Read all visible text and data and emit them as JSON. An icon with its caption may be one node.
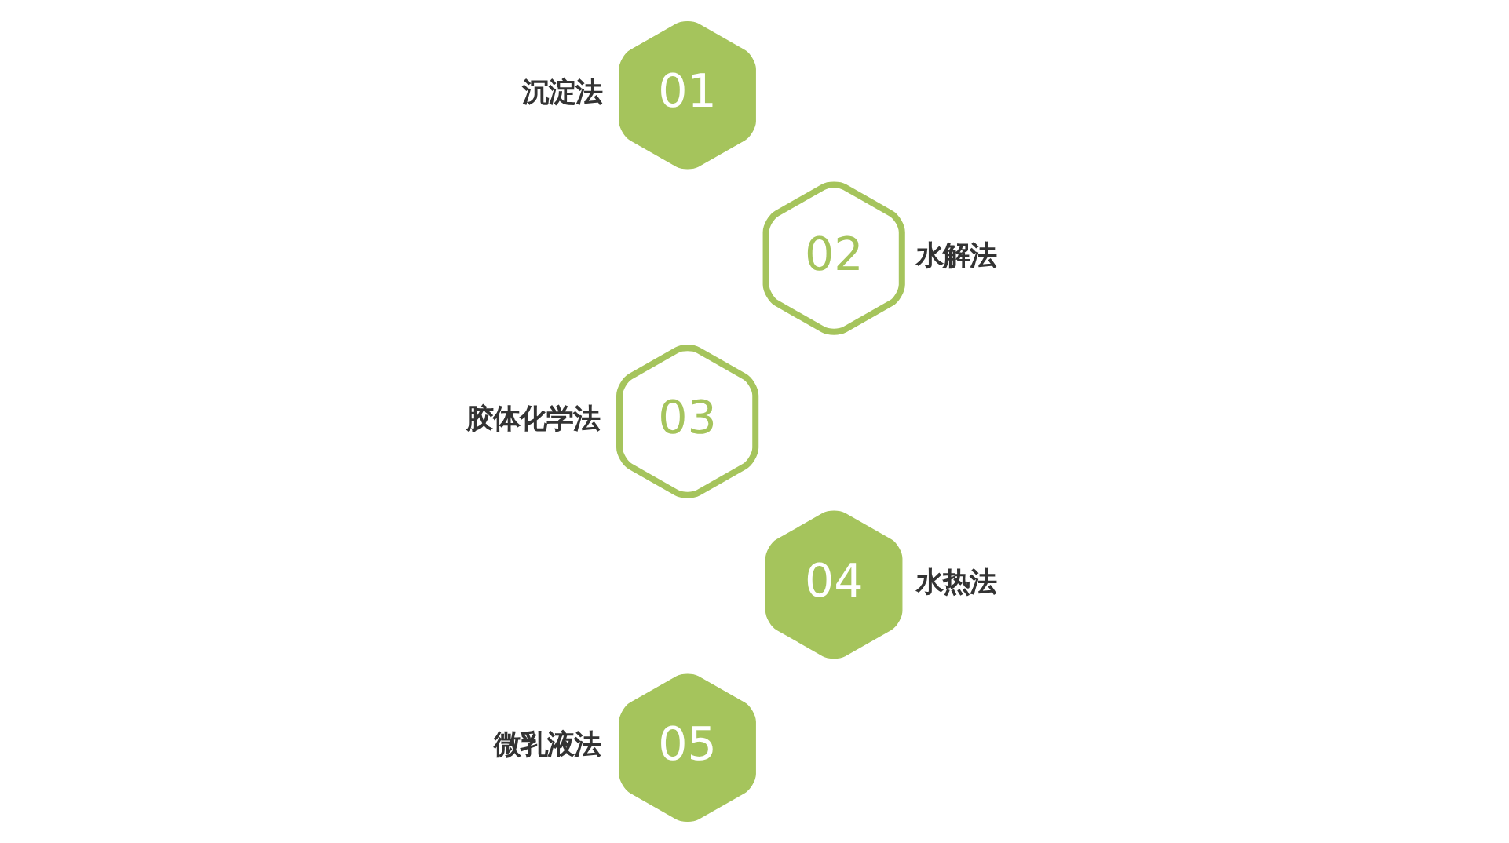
{
  "diagram": {
    "nodes": [
      {
        "text": [
          "01"
        ],
        "beside": [
          "沉淀法"
        ]
      },
      {
        "text": [
          "02"
        ],
        "beside": [
          "水解法"
        ]
      },
      {
        "text": [
          "03"
        ],
        "beside": [
          "胶体化学法"
        ]
      },
      {
        "text": [
          "04"
        ],
        "beside": [
          "水热法"
        ]
      },
      {
        "text": [
          "05"
        ],
        "beside": [
          "微乳液法"
        ]
      }
    ]
  }
}
